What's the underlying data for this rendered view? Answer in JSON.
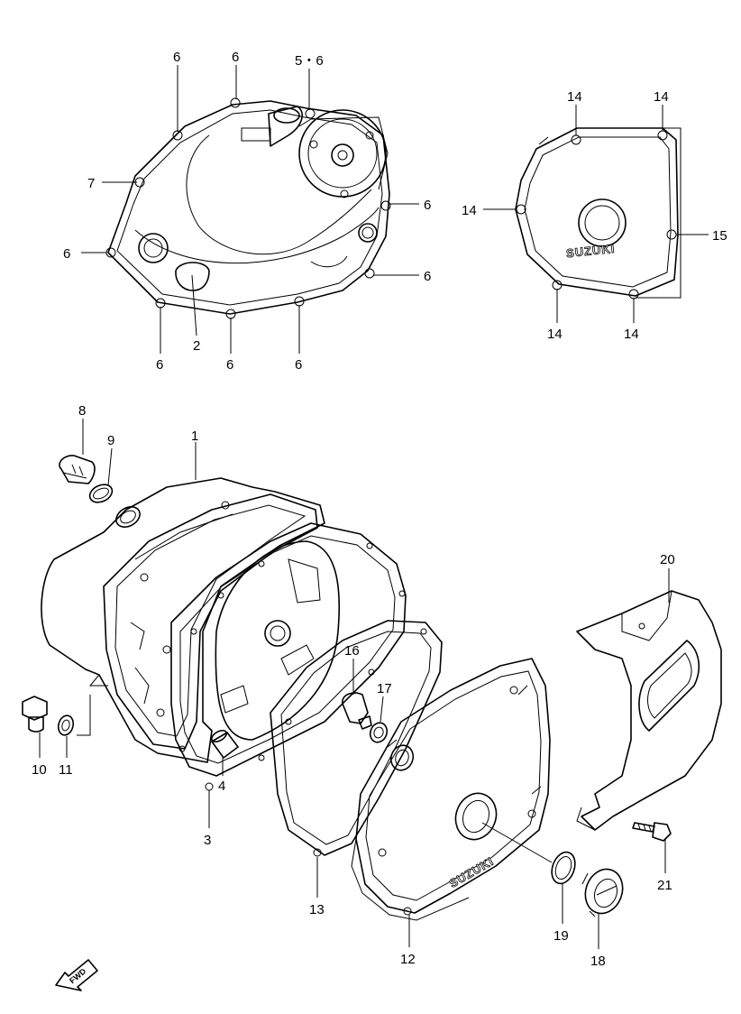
{
  "diagram": {
    "brand_text": "SUZUKI",
    "fwd_text": "FWD",
    "callouts": [
      {
        "id": "c6a",
        "text": "6"
      },
      {
        "id": "c6b",
        "text": "6"
      },
      {
        "id": "c56",
        "text": "5・6"
      },
      {
        "id": "c7",
        "text": "7"
      },
      {
        "id": "c6c",
        "text": "6"
      },
      {
        "id": "c6d",
        "text": "6"
      },
      {
        "id": "c6e",
        "text": "6"
      },
      {
        "id": "c2",
        "text": "2"
      },
      {
        "id": "c6f",
        "text": "6"
      },
      {
        "id": "c6g",
        "text": "6"
      },
      {
        "id": "c6h",
        "text": "6"
      },
      {
        "id": "c14a",
        "text": "14"
      },
      {
        "id": "c14b",
        "text": "14"
      },
      {
        "id": "c14c",
        "text": "14"
      },
      {
        "id": "c15",
        "text": "15"
      },
      {
        "id": "c14d",
        "text": "14"
      },
      {
        "id": "c14e",
        "text": "14"
      },
      {
        "id": "c8",
        "text": "8"
      },
      {
        "id": "c9",
        "text": "9"
      },
      {
        "id": "c1",
        "text": "1"
      },
      {
        "id": "c20",
        "text": "20"
      },
      {
        "id": "c16",
        "text": "16"
      },
      {
        "id": "c17",
        "text": "17"
      },
      {
        "id": "c10",
        "text": "10"
      },
      {
        "id": "c11",
        "text": "11"
      },
      {
        "id": "c4",
        "text": "4"
      },
      {
        "id": "c3",
        "text": "3"
      },
      {
        "id": "c13",
        "text": "13"
      },
      {
        "id": "c12",
        "text": "12"
      },
      {
        "id": "c19",
        "text": "19"
      },
      {
        "id": "c18",
        "text": "18"
      },
      {
        "id": "c21",
        "text": "21"
      }
    ]
  }
}
